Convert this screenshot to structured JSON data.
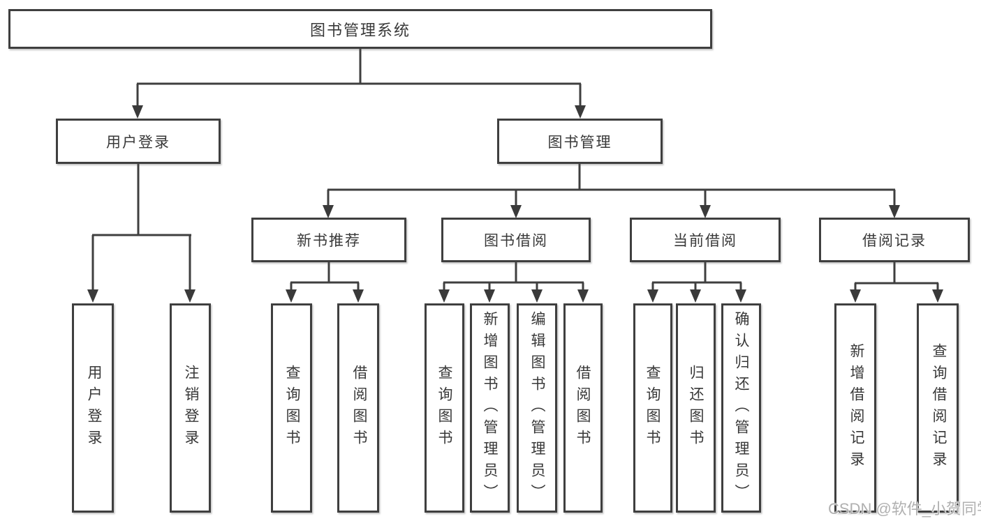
{
  "tree": {
    "label": "图书管理系统",
    "children": [
      {
        "label": "用户登录",
        "children": [
          {
            "label": "用户登录"
          },
          {
            "label": "注销登录"
          }
        ]
      },
      {
        "label": "图书管理",
        "children": [
          {
            "label": "新书推荐",
            "children": [
              {
                "label": "查询图书"
              },
              {
                "label": "借阅图书"
              }
            ]
          },
          {
            "label": "图书借阅",
            "children": [
              {
                "label": "查询图书"
              },
              {
                "label": "新增图书（管理员）"
              },
              {
                "label": "编辑图书（管理员）"
              },
              {
                "label": "借阅图书"
              }
            ]
          },
          {
            "label": "当前借阅",
            "children": [
              {
                "label": "查询图书"
              },
              {
                "label": "归还图书"
              },
              {
                "label": "确认归还（管理员）"
              }
            ]
          },
          {
            "label": "借阅记录",
            "children": [
              {
                "label": "新增借阅记录"
              },
              {
                "label": "查询借阅记录"
              }
            ]
          }
        ]
      }
    ]
  },
  "watermark": {
    "text": "CSDN @软件_小贺同学"
  },
  "colors": {
    "line": "#3f3f3f",
    "box_border": "#3f3f3f",
    "text": "#383838",
    "background": "#ffffff",
    "watermark": "#b0b0b0"
  }
}
